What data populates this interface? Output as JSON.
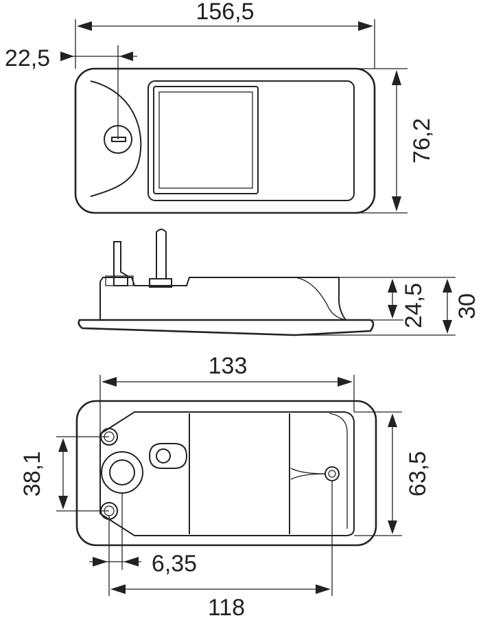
{
  "dimensions": {
    "top_width": "156,5",
    "top_offset": "22,5",
    "top_height": "76,2",
    "side_inner_height": "24,5",
    "side_total_height": "30",
    "bottom_width": "133",
    "bottom_hole_spacing": "38,1",
    "bottom_height": "63,5",
    "bottom_offset": "6,35",
    "bottom_base_width": "118"
  },
  "colors": {
    "line": "#222222",
    "background": "#ffffff"
  }
}
